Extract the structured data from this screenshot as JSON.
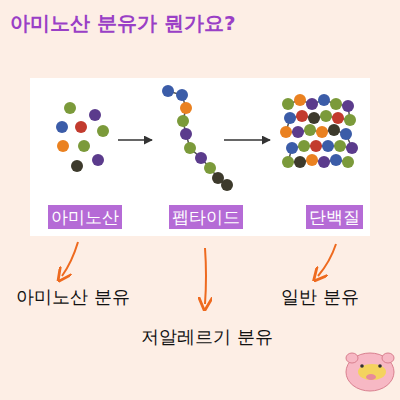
{
  "diagram": {
    "title": "아미노산 분유가 뭔가요?",
    "nodes": [
      {
        "text": [
          "아미노산"
        ]
      },
      {
        "text": [
          "펩타이드"
        ]
      },
      {
        "text": [
          "단백질"
        ]
      }
    ],
    "labels": [
      "아미노산 분유",
      "저알레르기 분유",
      "일반 분유"
    ]
  }
}
